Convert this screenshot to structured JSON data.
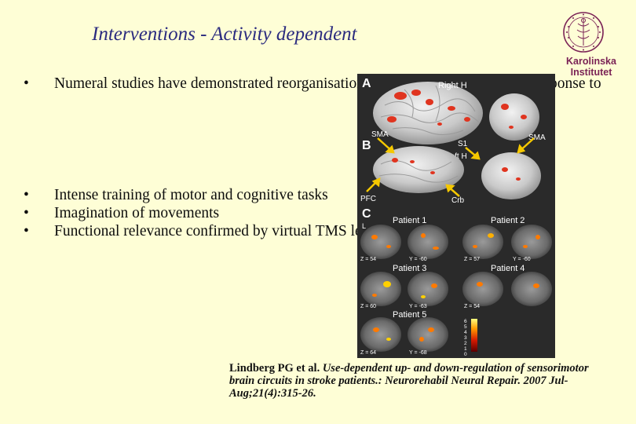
{
  "slide": {
    "title": "Interventions - Activity dependent"
  },
  "logo": {
    "name_line1": "Karolinska",
    "name_line2": "Institutet",
    "color": "#7b2356"
  },
  "bullets_top": [
    "Numeral studies have demonstrated reorganisation of brain activity pattern in response to"
  ],
  "bullets_bottom": [
    "Intense training of motor and cognitive tasks",
    "Imagination of movements",
    "Functional relevance confirmed by virtual TMS lesions"
  ],
  "figure": {
    "panel_a": "A",
    "panel_b": "B",
    "panel_c": "C",
    "right_h": "Right H",
    "left_h": "Left H",
    "sma_left": "SMA",
    "sma_right": "SMA",
    "s1": "S1",
    "pfc": "PFC",
    "crb": "Crb",
    "l_mark": "L",
    "patients": [
      "Patient 1",
      "Patient 2",
      "Patient 3",
      "Patient 4",
      "Patient 5"
    ],
    "coords": [
      "Z = 54",
      "Y = -60",
      "Z = 57",
      "Y = -60",
      "Z = 60",
      "Y = -63",
      "Z = 54",
      "Z = 64",
      "Y = -68"
    ],
    "scale_ticks": [
      "6",
      "5",
      "4",
      "3",
      "2",
      "1",
      "0"
    ]
  },
  "citation": {
    "authors": "Lindberg PG et al.",
    "reference": "Use-dependent up- and down-regulation of sensorimotor brain circuits in stroke patients.: Neurorehabil Neural Repair. 2007 Jul-Aug;21(4):315-26."
  }
}
